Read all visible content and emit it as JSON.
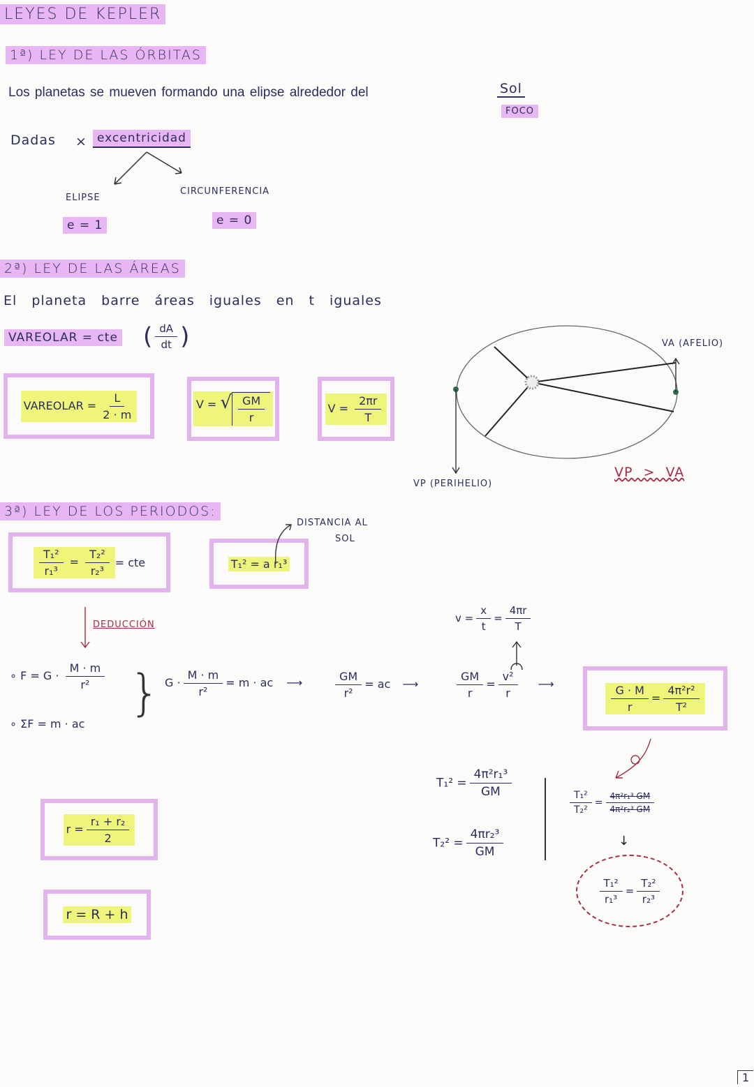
{
  "title": "LEYES DE KEPLER",
  "law1": {
    "heading": "1ª) LEY DE LAS ÓRBITAS",
    "text": "Los planetas se mueven formando una elipse alrededor del",
    "sun": "Sol",
    "focus": "FOCO",
    "given": "Dadas",
    "times": "×",
    "eccentricity": "excentricidad",
    "ellipse": "ELIPSE",
    "ellipse_e": "e = 1",
    "circle": "CIRCUNFERENCIA",
    "circle_e": "e = 0"
  },
  "law2": {
    "heading": "2ª) LEY DE LAS ÁREAS",
    "text": "El planeta barre áreas iguales en t iguales",
    "areolar": "VAREOLAR = cte",
    "dadt": {
      "num": "dA",
      "den": "dt"
    },
    "formula1": {
      "lhs": "VAREOLAR =",
      "num": "L",
      "den": "2 · m"
    },
    "formula2": {
      "lhs": "V =",
      "num": "GM",
      "den": "r"
    },
    "formula3": {
      "lhs": "V =",
      "num": "2πr",
      "den": "T"
    },
    "diagram": {
      "aphelion": "VA (AFELIO)",
      "perihelion": "VP (PERIHELIO)",
      "comparison": "VP > VA"
    }
  },
  "law3": {
    "heading": "3ª) LEY DE LOS PERIODOS:",
    "box1": {
      "n1": "T₁²",
      "d1": "r₁³",
      "eq": "=",
      "n2": "T₂²",
      "d2": "r₂³",
      "tail": "= cte"
    },
    "box2": "T₁² = a r₁³",
    "annotation": [
      "DISTANCIA AL",
      "SOL"
    ],
    "deduction": "DEDUCCIÓN",
    "force": {
      "lhs": "F = G ·",
      "num": "M · m",
      "den": "r²"
    },
    "newton": "ΣF = m · ac",
    "step1": {
      "lhs": "G ·",
      "num": "M · m",
      "den": "r²",
      "rhs": "= m · ac"
    },
    "step2": {
      "num": "GM",
      "den": "r²",
      "rhs": "= ac"
    },
    "step3": {
      "num": "GM",
      "den": "r",
      "eq": "=",
      "num2": "v²",
      "den2": "r"
    },
    "velocity": {
      "lhs": "v =",
      "num": "x",
      "den": "t",
      "eq": "=",
      "num2": "4πr",
      "den2": "T"
    },
    "result": {
      "num": "G · M",
      "den": "r",
      "eq": "=",
      "num2": "4π²r²",
      "den2": "T²"
    },
    "t1": {
      "lhs": "T₁² =",
      "num": "4π²r₁³",
      "den": "GM"
    },
    "t2": {
      "lhs": "T₂² =",
      "num": "4πr₂³",
      "den": "GM"
    },
    "ratio": {
      "num": "T₁²",
      "den": "T₂²",
      "eq": "=",
      "num2": "4π²r₁³ GM",
      "den2": "4π²r₂³ GM"
    },
    "final": {
      "n1": "T₁²",
      "d1": "r₁³",
      "eq": "=",
      "n2": "T₂²",
      "d2": "r₂³"
    },
    "mean_radius": {
      "lhs": "r =",
      "num": "r₁ + r₂",
      "den": "2"
    },
    "orbit_radius": "r = R + h"
  },
  "page_number": "1",
  "colors": {
    "highlight_purple": "#e8b6f2",
    "highlight_yellow": "#eef57a",
    "ink": "#2b2d5e",
    "red": "#a52c4a",
    "green": "#2f6b4a"
  }
}
